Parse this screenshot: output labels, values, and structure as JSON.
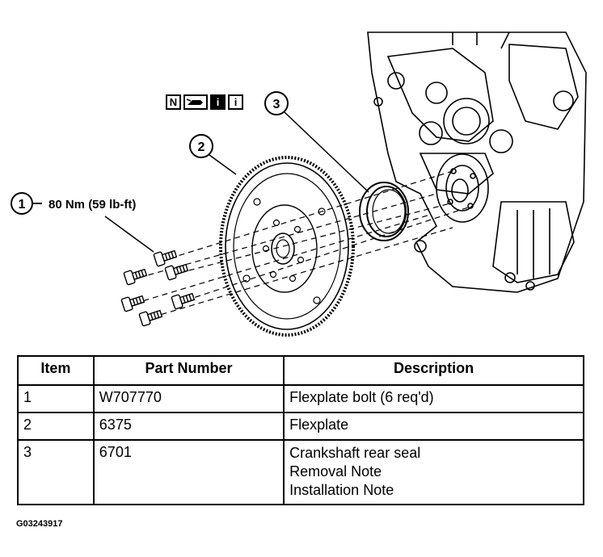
{
  "callouts": {
    "c1": "1",
    "c2": "2",
    "c3": "3"
  },
  "torque_label": "80 Nm (59 lb-ft)",
  "icons": [
    {
      "name": "n-icon",
      "text": "N"
    },
    {
      "name": "oil-can-icon",
      "text": ""
    },
    {
      "name": "info-filled-icon",
      "text": "i"
    },
    {
      "name": "info-outline-icon",
      "text": "i"
    }
  ],
  "table": {
    "headers": [
      "Item",
      "Part Number",
      "Description"
    ],
    "rows": [
      {
        "item": "1",
        "part": "W707770",
        "desc": [
          "Flexplate bolt (6 req'd)"
        ]
      },
      {
        "item": "2",
        "part": "6375",
        "desc": [
          "Flexplate"
        ]
      },
      {
        "item": "3",
        "part": "6701",
        "desc": [
          "Crankshaft rear seal",
          "Removal Note",
          "Installation Note"
        ]
      }
    ]
  },
  "figure_id": "G03243917"
}
